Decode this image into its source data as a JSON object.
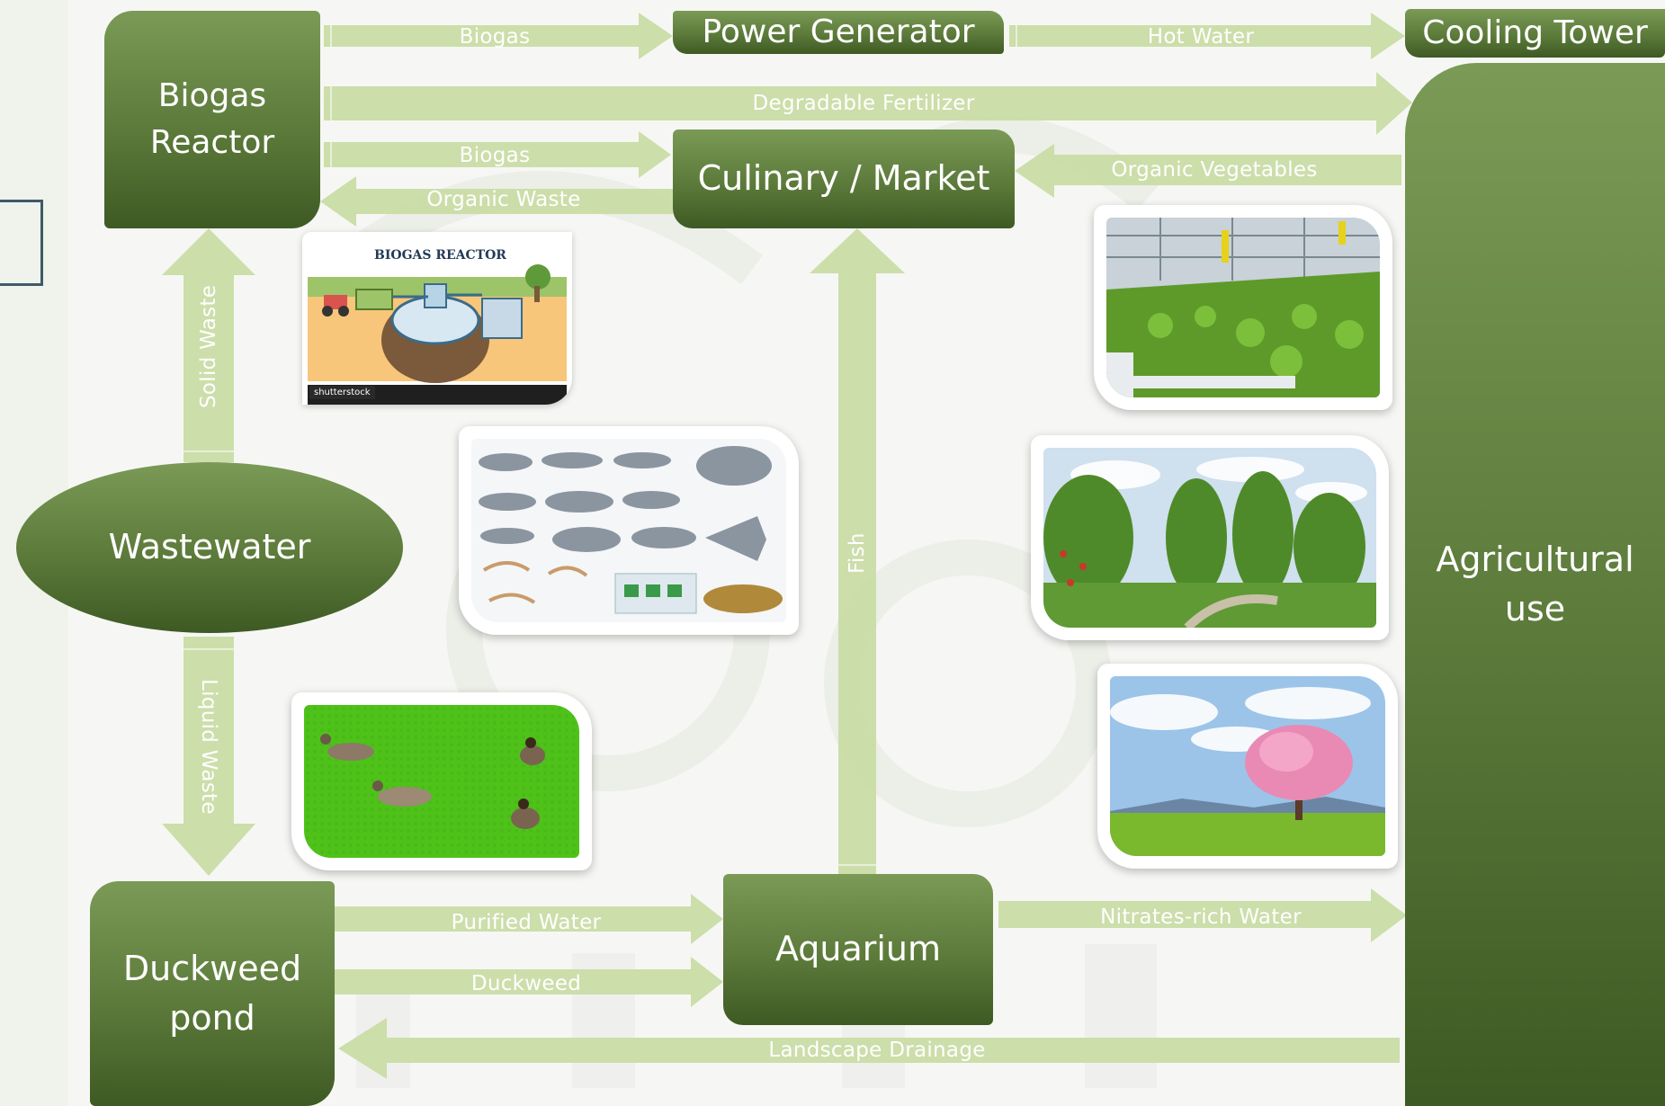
{
  "colors": {
    "node_top": "#7a9a56",
    "node_bottom": "#3e5a24",
    "arrow": "#c9dca5",
    "label": "#ffffff"
  },
  "nodes": {
    "biogas_reactor": "Biogas\nReactor",
    "power_generator": "Power Generator",
    "cooling_tower": "Cooling Tower",
    "culinary_market": "Culinary / Market",
    "agricultural_use": "Agricultural\nuse",
    "wastewater": "Wastewater",
    "duckweed_pond": "Duckweed\npond",
    "aquarium": "Aquarium"
  },
  "flows": {
    "biogas_to_power": "Biogas",
    "hot_water": "Hot Water",
    "degradable_fertilizer": "Degradable Fertilizer",
    "biogas_to_culinary": "Biogas",
    "organic_waste": "Organic Waste",
    "organic_vegetables": "Organic Vegetables",
    "solid_waste": "Solid Waste",
    "liquid_waste": "Liquid Waste",
    "fish": "Fish",
    "purified_water": "Purified Water",
    "duckweed": "Duckweed",
    "nitrates_rich_water": "Nitrates-rich Water",
    "landscape_drainage": "Landscape Drainage"
  },
  "images": {
    "biogas_reactor_diagram": {
      "title": "BIOGAS REACTOR",
      "badge": "shutterstock",
      "icon": "biogas-reactor-illustration"
    },
    "fish_species": {
      "icon": "fish-species-collage"
    },
    "duckweed_pond_photo": {
      "icon": "ducks-on-duckweed-photo"
    },
    "greenhouse_photo": {
      "icon": "greenhouse-crops-photo"
    },
    "park_photo": {
      "icon": "park-trees-photo"
    },
    "blossom_tree_photo": {
      "icon": "pink-blossom-tree-photo"
    }
  }
}
